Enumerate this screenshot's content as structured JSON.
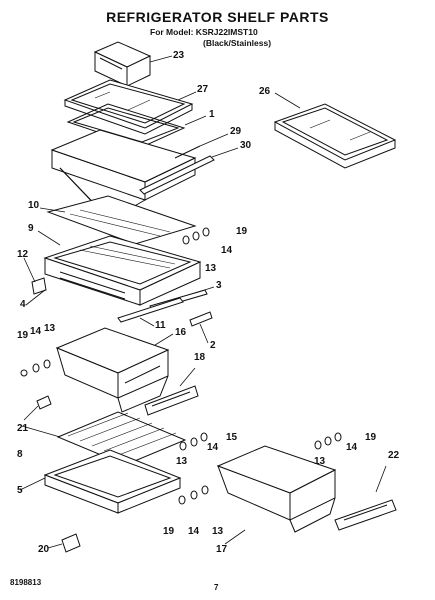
{
  "header": {
    "title": "REFRIGERATOR SHELF PARTS",
    "model_line": "For Model: KSRJ22IMST10",
    "variant_line": "(Black/Stainless)"
  },
  "footer": {
    "doc_number": "8198813",
    "page_number": "7"
  },
  "callouts": {
    "p23": "23",
    "p27": "27",
    "p1": "1",
    "p29": "29",
    "p30": "30",
    "p26": "26",
    "p10": "10",
    "p9": "9",
    "p19a": "19",
    "p14a": "14",
    "p13a": "13",
    "p12": "12",
    "p3": "3",
    "p4": "4",
    "p11": "11",
    "p16": "16",
    "p2": "2",
    "p19b": "19",
    "p14b": "14",
    "p13b": "13",
    "p18": "18",
    "p21": "21",
    "p8": "8",
    "p15": "15",
    "p14c": "14",
    "p13c": "13",
    "p19c": "19",
    "p14d": "14",
    "p13d": "13",
    "p22": "22",
    "p5": "5",
    "p19d": "19",
    "p14e": "14",
    "p13e": "13",
    "p20": "20",
    "p17": "17"
  }
}
